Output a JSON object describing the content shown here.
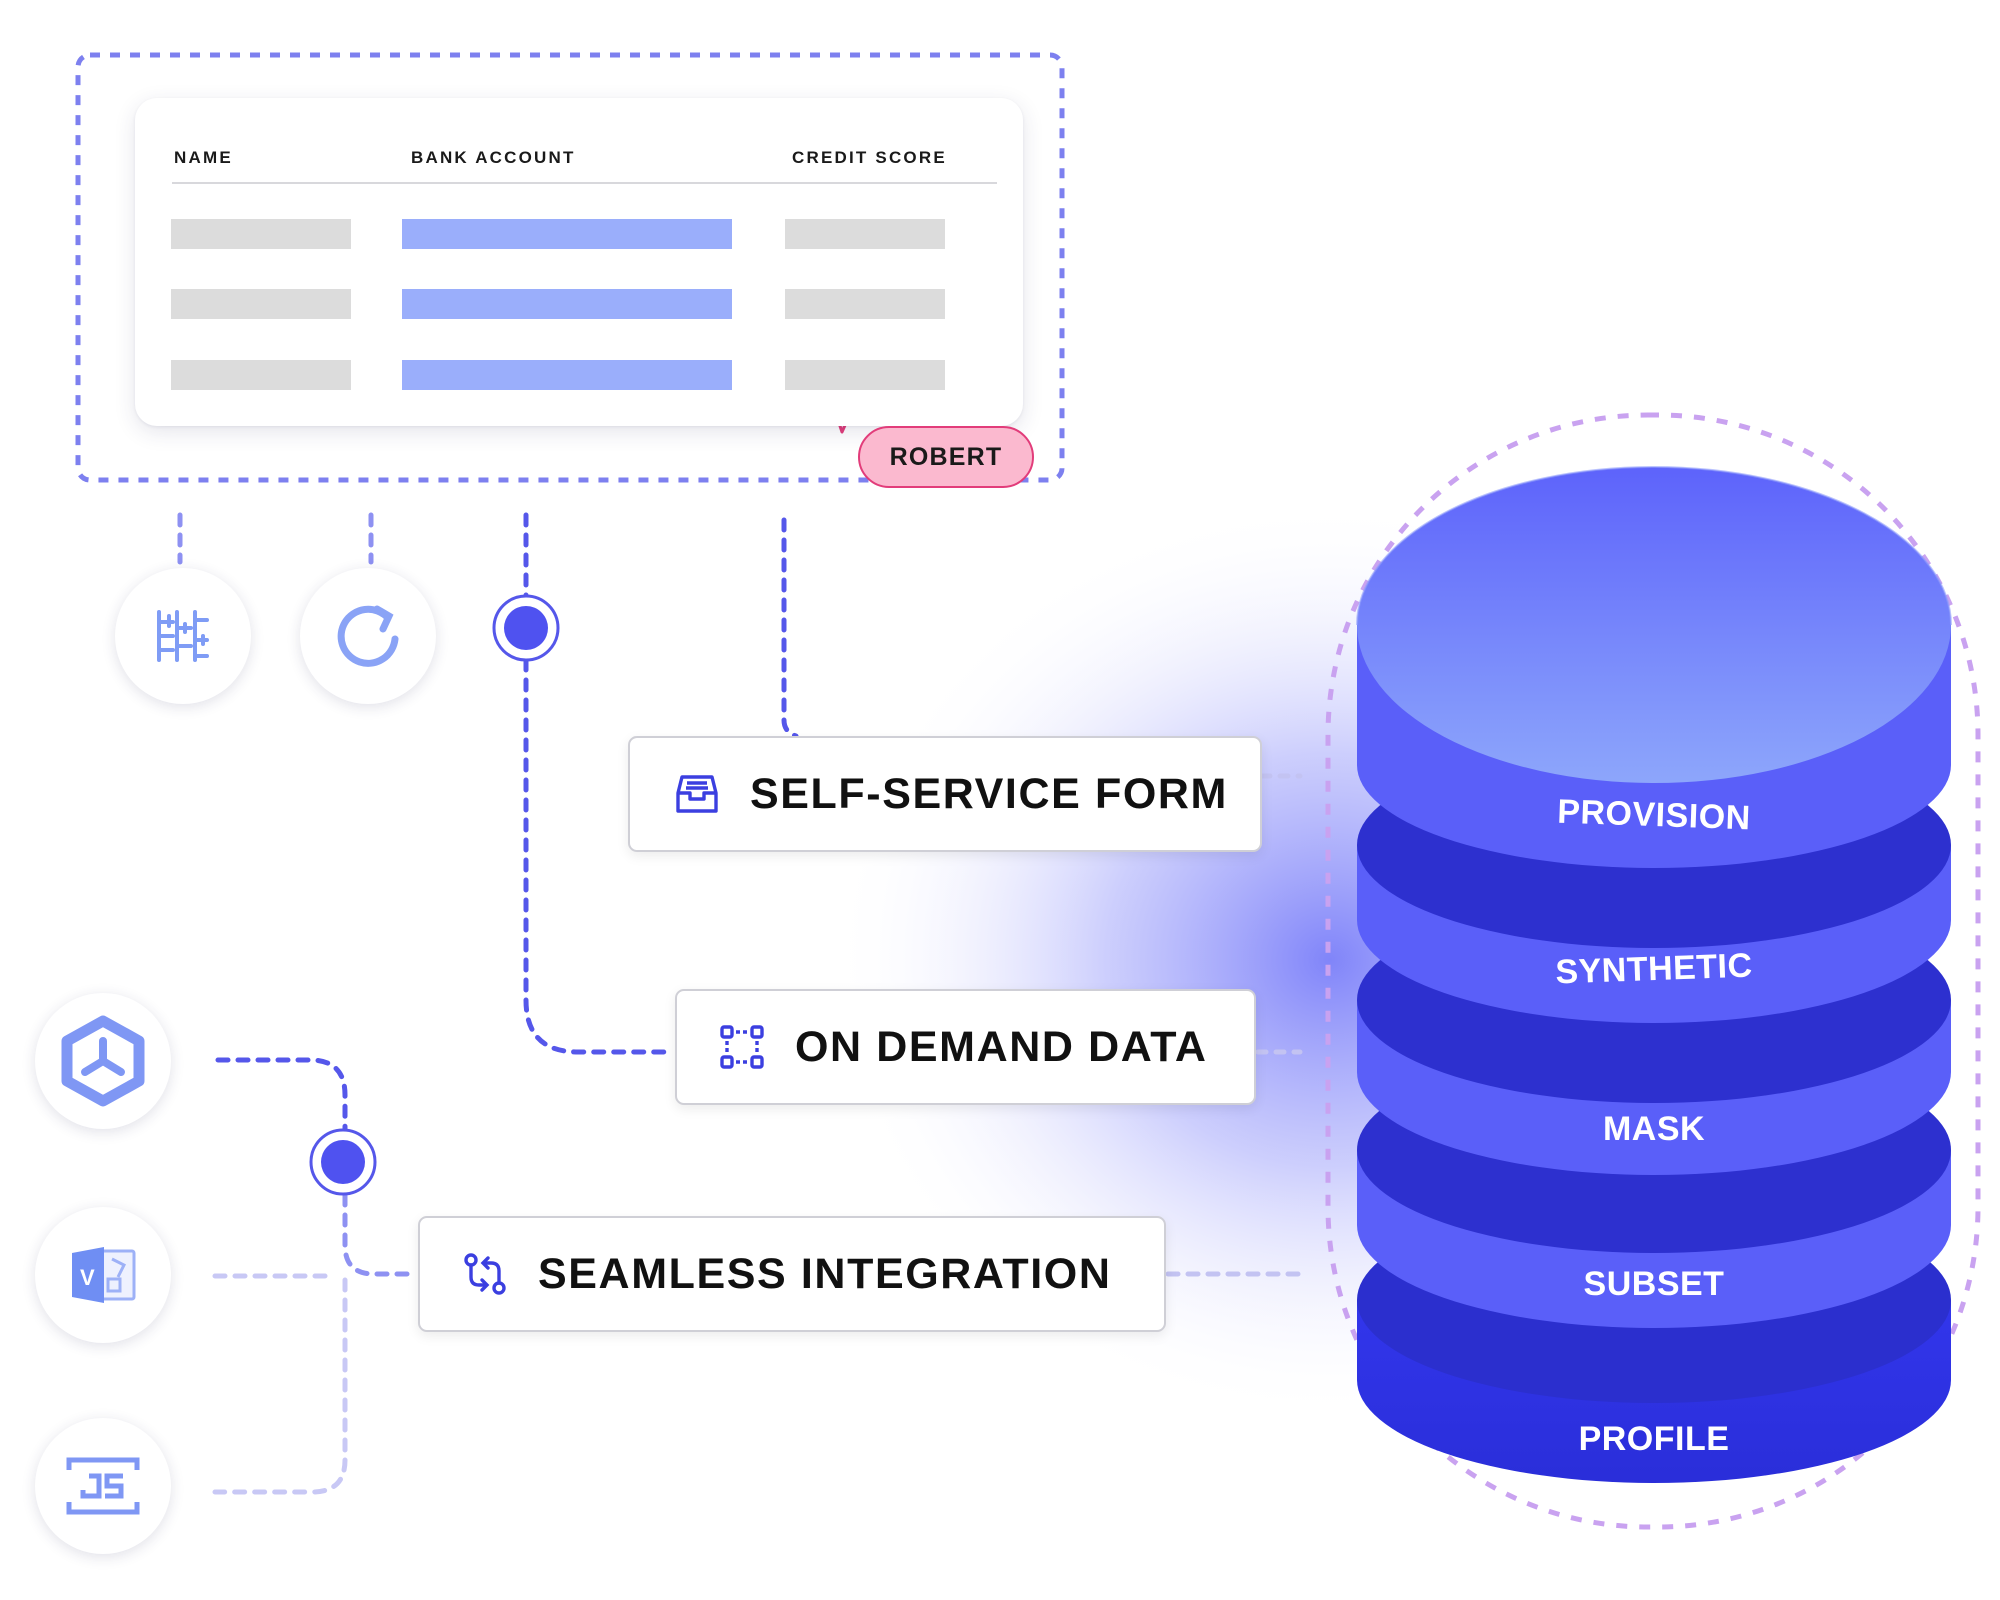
{
  "table": {
    "headers": [
      "NAME",
      "BANK ACCOUNT",
      "CREDIT SCORE"
    ]
  },
  "cursor_label": "ROBERT",
  "features": [
    {
      "label": "SELF-SERVICE FORM",
      "icon": "inbox-icon"
    },
    {
      "label": "ON DEMAND DATA",
      "icon": "selection-nodes-icon"
    },
    {
      "label": "SEAMLESS INTEGRATION",
      "icon": "git-compare-icon"
    }
  ],
  "tool_icons": [
    "sliders-icon",
    "refresh-icon"
  ],
  "integration_icons": [
    "hexagon-logo-icon",
    "visio-icon",
    "js-icon"
  ],
  "database_layers": [
    "PROVISION",
    "SYNTHETIC",
    "MASK",
    "SUBSET",
    "PROFILE"
  ],
  "colors": {
    "accent": "#4f52f0",
    "dashed_line": "#6366f1",
    "light_dash": "#c8c8f5",
    "bar_blue": "#9aaefb",
    "bar_gray": "#dcdcdc",
    "robert_fill": "#fbb9cf",
    "robert_border": "#e23c7a",
    "db_top": "#5c66fb",
    "db_dark": "#2d30cf",
    "db_bottom": "#3236ec",
    "db_outline": "#c9a2f0"
  }
}
